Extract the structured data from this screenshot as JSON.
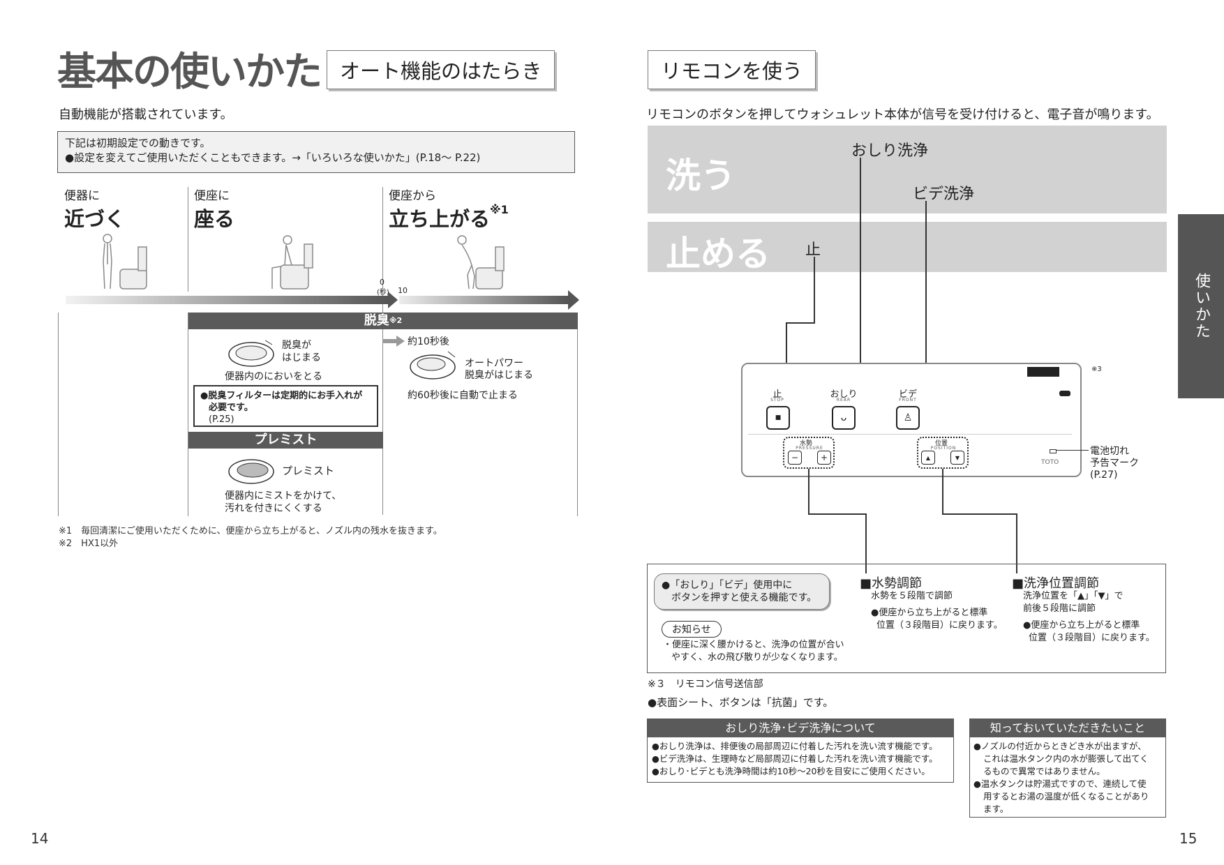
{
  "page14": {
    "title": "基本の使いかた",
    "section_title": "オート機能のはたらき",
    "intro": "自動機能が搭載されています。",
    "note_line1": "下記は初期設定での動きです。",
    "note_line2": "●設定を変えてご使用いただくこともできます。→「いろいろな使いかた」(P.18～ P.22)",
    "stages": [
      {
        "small": "便器に",
        "big": "近づく",
        "mark": ""
      },
      {
        "small": "便座に",
        "big": "座る",
        "mark": ""
      },
      {
        "small": "便座から",
        "big": "立ち上がる",
        "mark": "※1"
      }
    ],
    "time_zero": "0",
    "time_unit": "(秒)",
    "time_ten": "10",
    "deodorize_title": "脱臭",
    "deodorize_mark": "※2",
    "deodorize_start": "脱臭が\nはじまる",
    "deodorize_caption": "便器内のにおいをとる",
    "filter_note_l1": "●脱臭フィルターは定期的にお手入れが",
    "filter_note_l2": "必要です。",
    "filter_note_l3": "(P.25)",
    "after10": "約10秒後",
    "autopower_l1": "オートパワー",
    "autopower_l2": "脱臭がはじまる",
    "auto_stop": "約60秒後に自動で止まる",
    "premist_title": "プレミスト",
    "premist_label": "プレミスト",
    "premist_caption_l1": "便器内にミストをかけて、",
    "premist_caption_l2": "汚れを付きにくくする",
    "footnote1": "※1　毎回清潔にご使用いただくために、便座から立ち上がると、ノズル内の残水を抜きます。",
    "footnote2": "※2　HX1以外",
    "page_number": "14"
  },
  "page15": {
    "section_title": "リモコンを使う",
    "intro": "リモコンのボタンを押してウォシュレット本体が信号を受け付けると、電子音が鳴ります。",
    "band1": "洗う",
    "band2": "止める",
    "label_rear": "おしり洗浄",
    "label_front": "ビデ洗浄",
    "label_stop": "止",
    "side_tab": "使いかた",
    "remote": {
      "stop_label": "止",
      "stop_sub": "STOP",
      "rear_label": "おしり",
      "rear_sub": "REAR",
      "front_label": "ビデ",
      "front_sub": "FRONT",
      "pressure_label": "水勢",
      "pressure_sub": "PRESSURE",
      "minus": "−",
      "plus": "+",
      "position_label": "位置",
      "position_sub": "POSITION",
      "up": "▲",
      "down": "▼",
      "brand": "TOTO",
      "mark3": "※3"
    },
    "battery_l1": "電池切れ",
    "battery_l2": "予告マーク",
    "battery_l3": "(P.27)",
    "pill_l1": "●「おしり」「ビデ」使用中に",
    "pill_l2": "ボタンを押すと使える機能です。",
    "notice_label": "お知らせ",
    "notice_l1": "・便座に深く腰かけると、洗浄の位置が合い",
    "notice_l2": "やすく、水の飛び散りが少なくなります。",
    "pressure_head": "■水勢調節",
    "pressure_l1": "水勢を５段階で調節",
    "pressure_l2": "●便座から立ち上がると標準",
    "pressure_l3": "位置（３段階目）に戻ります。",
    "position_head": "■洗浄位置調節",
    "position_l1": "洗浄位置を「▲」「▼」で",
    "position_l2": "前後５段階に調節",
    "position_l3": "●便座から立ち上がると標準",
    "position_l4": "位置（３段階目）に戻ります。",
    "footnote3": "※３　リモコン信号送信部",
    "antibac": "●表面シート、ボタンは「抗菌」です。",
    "box1_head": "おしり洗浄･ビデ洗浄について",
    "box1_l1": "●おしり洗浄は、排便後の局部周辺に付着した汚れを洗い流す機能です。",
    "box1_l2": "●ビデ洗浄は、生理時など局部周辺に付着した汚れを洗い流す機能です。",
    "box1_l3": "●おしり･ビデとも洗浄時間は約10秒～20秒を目安にご使用ください。",
    "box2_head": "知っておいていただきたいこと",
    "box2_l1": "●ノズルの付近からときどき水が出ますが、",
    "box2_l2": "これは温水タンク内の水が膨張して出てく",
    "box2_l3": "るもので異常ではありません。",
    "box2_l4": "●温水タンクは貯湯式ですので、連続して使",
    "box2_l5": "用するとお湯の温度が低くなることがあり",
    "box2_l6": "ます。",
    "page_number": "15"
  }
}
